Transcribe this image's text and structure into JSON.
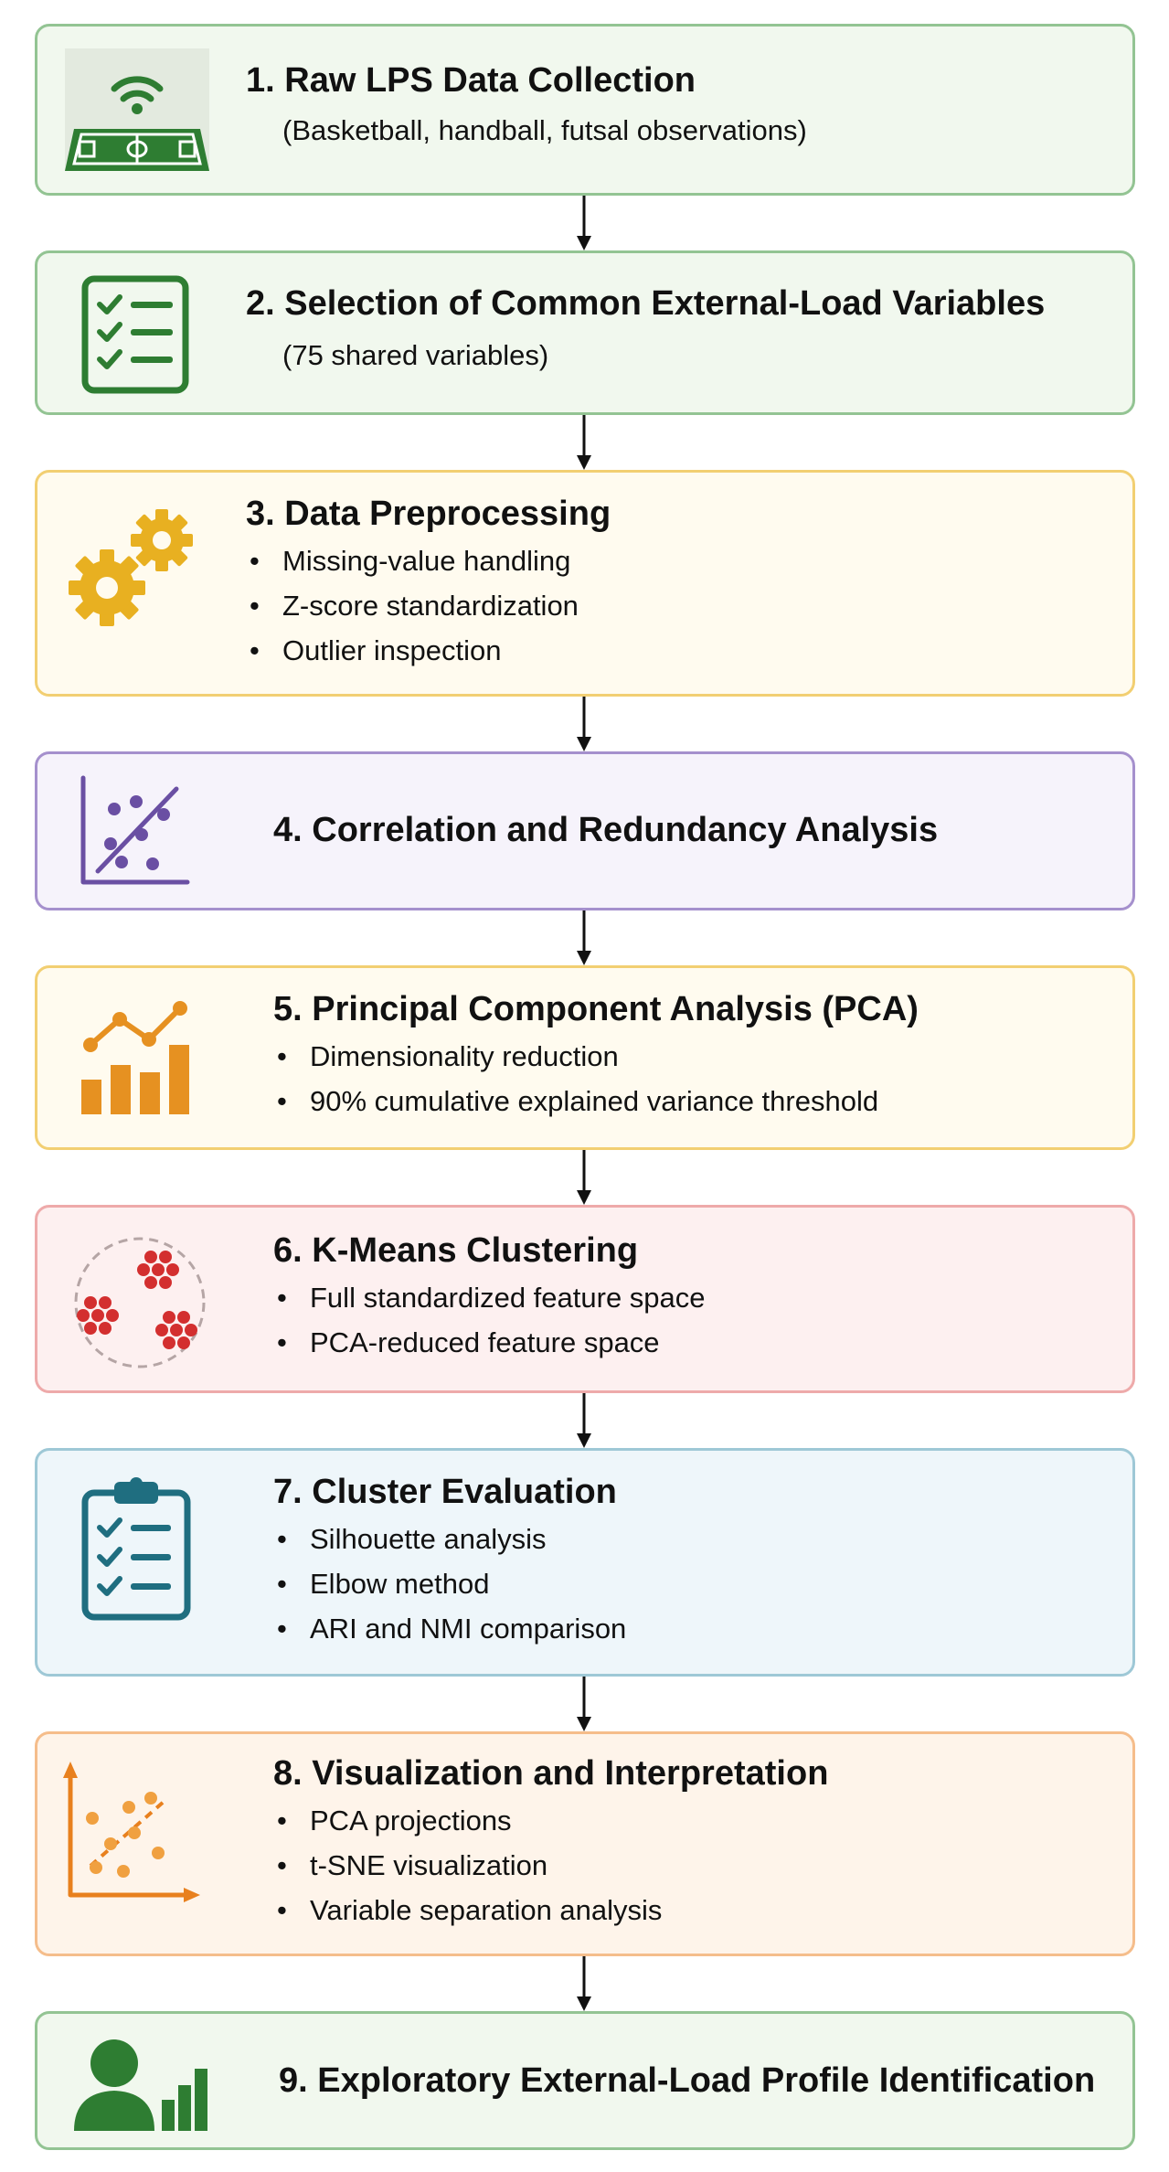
{
  "colors": {
    "green_border": "#93c493",
    "green_fill": "#f1f8ee",
    "yellow_border": "#f2cf72",
    "yellow_fill": "#fffbef",
    "purple_border": "#a590cd",
    "purple_fill": "#f6f3fb",
    "red_border": "#eeaaaa",
    "red_fill": "#fdf0f0",
    "blue_border": "#9ec8d6",
    "blue_fill": "#eef6fa",
    "orange_border": "#f5bd8b",
    "orange_fill": "#fef4ea",
    "arrow": "#111111"
  },
  "steps": [
    {
      "title": "1. Raw LPS Data Collection",
      "subtitle": "(Basketball, handball, futsal observations)",
      "icon": "court-wifi-icon"
    },
    {
      "title": "2. Selection of Common External-Load Variables",
      "subtitle": "(75 shared variables)",
      "icon": "checklist-icon"
    },
    {
      "title": "3. Data Preprocessing",
      "bullets": [
        "Missing-value handling",
        "Z-score standardization",
        "Outlier inspection"
      ],
      "icon": "gears-icon"
    },
    {
      "title": "4. Correlation and Redundancy Analysis",
      "icon": "scatter-trend-icon"
    },
    {
      "title": "5. Principal Component Analysis (PCA)",
      "bullets": [
        "Dimensionality reduction",
        "90% cumulative explained variance threshold"
      ],
      "icon": "bar-line-chart-icon"
    },
    {
      "title": "6. K-Means Clustering",
      "bullets": [
        "Full standardized feature space",
        "PCA-reduced feature space"
      ],
      "icon": "clusters-icon"
    },
    {
      "title": "7. Cluster Evaluation",
      "bullets": [
        "Silhouette analysis",
        "Elbow method",
        "ARI and NMI comparison"
      ],
      "icon": "clipboard-check-icon"
    },
    {
      "title": "8. Visualization and Interpretation",
      "bullets": [
        "PCA projections",
        "t-SNE visualization",
        "Variable separation analysis"
      ],
      "icon": "scatter-axes-icon"
    },
    {
      "title": "9. Exploratory External-Load Profile Identification",
      "icon": "person-bars-icon"
    }
  ]
}
